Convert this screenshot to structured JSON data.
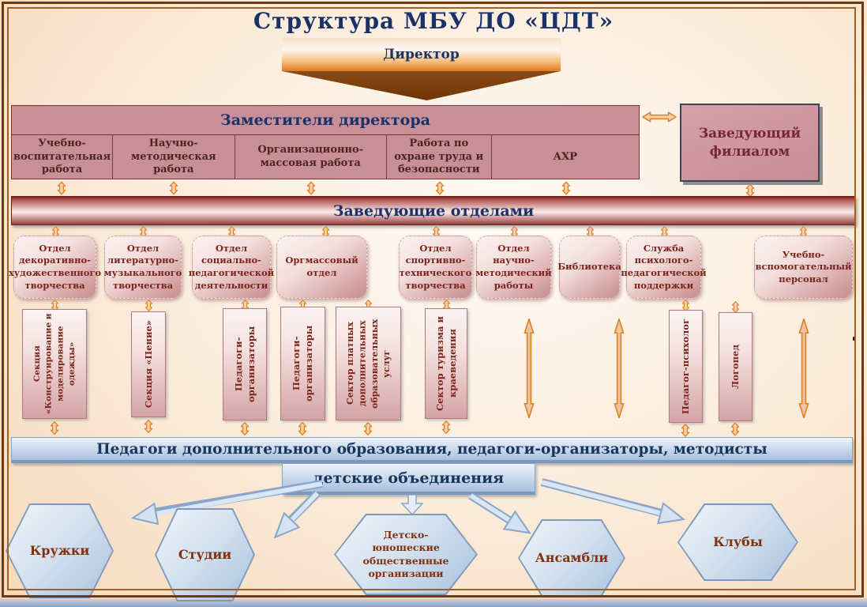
{
  "title": "Структура МБУ ДО «ЦДТ»",
  "director": {
    "label": "Директор"
  },
  "deputies": {
    "header": "Заместители директора",
    "cells": [
      {
        "label": "Учебно-воспитательная работа"
      },
      {
        "label": "Научно-методическая работа"
      },
      {
        "label": "Организационно-массовая работа"
      },
      {
        "label": "Работа по охране труда и безопасности"
      },
      {
        "label": "АХР"
      }
    ]
  },
  "branch_head": {
    "label": "Заведующий филиалом"
  },
  "department_heads_bar": {
    "label": "Заведующие отделами"
  },
  "departments": [
    {
      "label": "Отдел декоративно-художественного творчества"
    },
    {
      "label": "Отдел литературно-музыкального творчества"
    },
    {
      "label": "Отдел социально-педагогической деятельности"
    },
    {
      "label": "Оргмассовый отдел"
    },
    {
      "label": "Отдел спортивно-технического творчества"
    },
    {
      "label": "Отдел научно-методический работы"
    },
    {
      "label": "Библиотека"
    },
    {
      "label": "Служба психолого-педагогической поддержки"
    },
    {
      "label": "Учебно-вспомогательный персонал"
    }
  ],
  "units": [
    {
      "label": "Секция «Конструирование и моделирование одежды»"
    },
    {
      "label": "Секция «Пение»"
    },
    {
      "label": "Педагоги-организаторы"
    },
    {
      "label": "Педагоги-организаторы"
    },
    {
      "label": "Сектор платных дополнительных образовательных услуг"
    },
    {
      "label": "Сектор туризма и краеведения"
    },
    {
      "label": "Педагог-психолог"
    },
    {
      "label": "Логопед"
    }
  ],
  "teachers_bar": {
    "label": "Педагоги дополнительного образования, педагоги-организаторы, методисты"
  },
  "children_associations": {
    "label": "детские объединения"
  },
  "hexagons": [
    {
      "label": "Кружки"
    },
    {
      "label": "Студии"
    },
    {
      "label": "Детско-юношеские общественные организации"
    },
    {
      "label": "Ансамбли"
    },
    {
      "label": "Клубы"
    }
  ],
  "colors": {
    "navy_text": "#1b3168",
    "dark_red_text": "#7a241c",
    "maroon_fill": "#c98f96",
    "bar_maroon": "#7e2320",
    "orange_arrow": "#e0811f",
    "blue_fill": "#cddcee",
    "peach_background": "#f6d9bc",
    "frame_brown": "#6e3a12"
  }
}
